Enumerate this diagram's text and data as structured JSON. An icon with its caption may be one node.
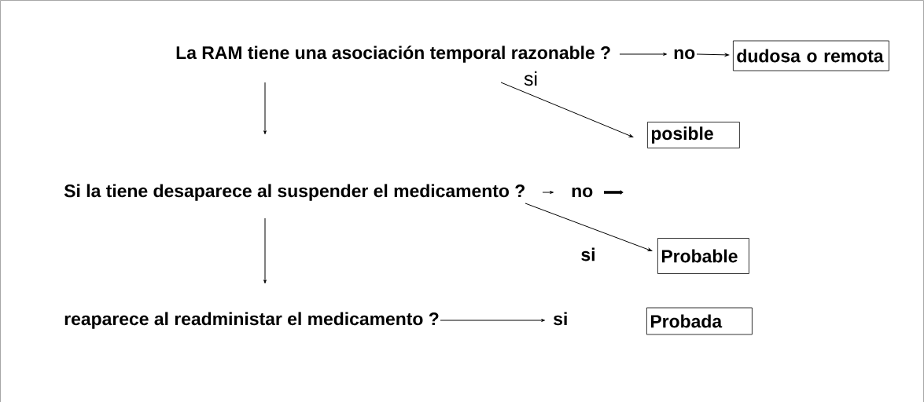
{
  "diagram": {
    "nodes": [
      {
        "text": [
          "La RAM tiene una asociación temporal razonable ?"
        ]
      },
      {
        "text": [
          "no"
        ]
      },
      {
        "text": [
          "dudosa o remota"
        ]
      },
      {
        "text": [
          "posible"
        ]
      },
      {
        "text": [
          "Si la tiene desaparece al suspender el medicamento ?"
        ]
      },
      {
        "text": [
          "no"
        ]
      },
      {
        "text": [
          "Probable"
        ]
      },
      {
        "text": [
          "reaparece al readministar el medicamento ?"
        ]
      },
      {
        "text": [
          "si"
        ]
      },
      {
        "text": [
          "Probada"
        ]
      }
    ],
    "edges": [
      {
        "from": 0,
        "to": 1,
        "arrow": "to"
      },
      {
        "from": 1,
        "to": 2,
        "arrow": "to"
      },
      {
        "from": 0,
        "to": 3,
        "arrow": "to",
        "label": "si"
      },
      {
        "from": 0,
        "to": 4,
        "arrow": "to"
      },
      {
        "from": 4,
        "to": 5,
        "arrow": "to"
      },
      {
        "from": 5,
        "to": null,
        "arrow": "to",
        "style": "thick"
      },
      {
        "from": 4,
        "to": 6,
        "arrow": "to",
        "label": "si"
      },
      {
        "from": 4,
        "to": 7,
        "arrow": "to"
      },
      {
        "from": 7,
        "to": 8,
        "arrow": "to"
      }
    ]
  }
}
